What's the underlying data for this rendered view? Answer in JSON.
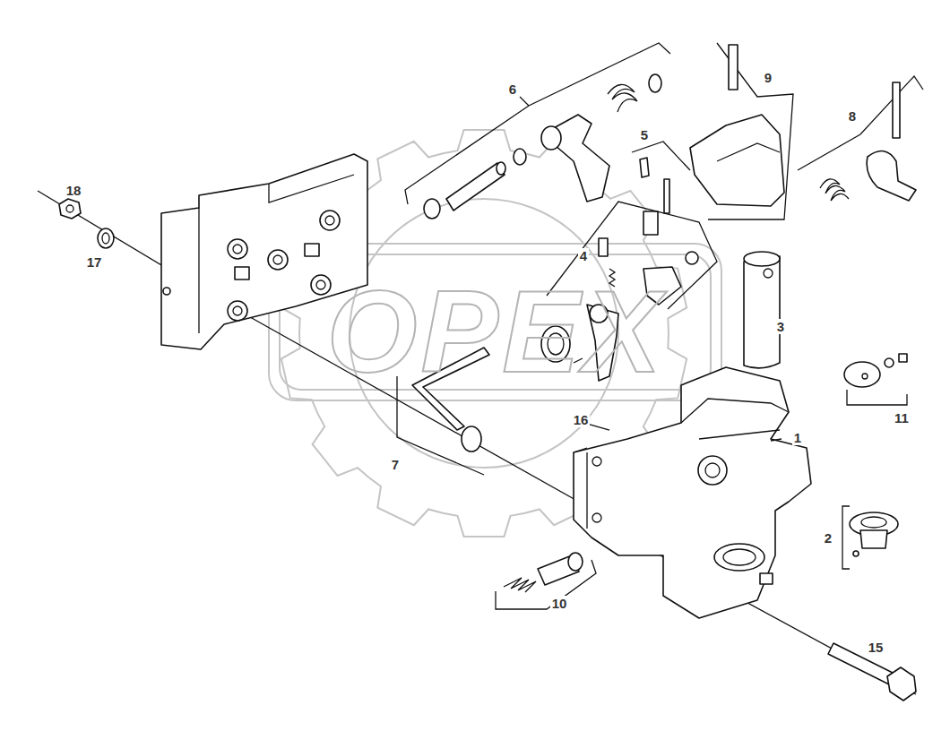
{
  "diagram": {
    "labels": [
      "6",
      "9",
      "5",
      "8",
      "18",
      "17",
      "4",
      "3",
      "11",
      "16",
      "1",
      "7",
      "2",
      "10",
      "15",
      "OPEX"
    ]
  }
}
